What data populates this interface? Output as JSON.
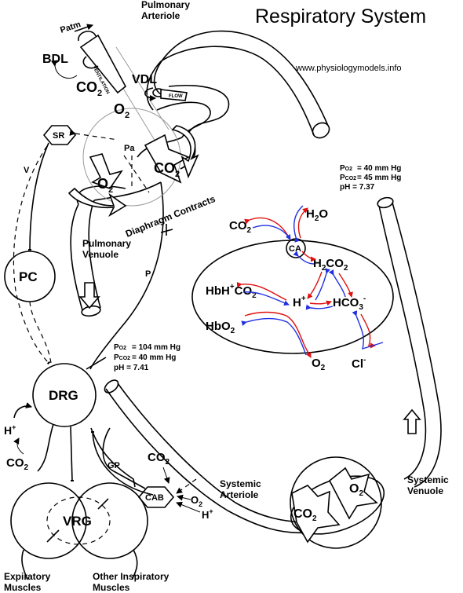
{
  "title": "Respiratory System",
  "url": "www.physiologymodels.info",
  "labels": {
    "pulmonary_arteriole_1": "Pulmonary",
    "pulmonary_arteriole_2": "Arteriole",
    "patm": "Patm",
    "bdl": "BDL",
    "vdl": "VDL",
    "ventilation": "VENTILATION",
    "flow": "FLOW",
    "co2_alv": "CO",
    "o2_alv": "O",
    "sr": "SR",
    "pa": "Pa",
    "v": "V",
    "co2_lung": "CO",
    "o2_lung": "O",
    "diaphragm": "Diaphragm Contracts",
    "pulmonary_venuole_1": "Pulmonary",
    "pulmonary_venuole_2": "Venuole",
    "pc": "PC",
    "p": "P",
    "drg": "DRG",
    "hplus_drg": "H",
    "co2_drg": "CO",
    "vrg": "VRG",
    "gp": "GP",
    "cab": "CAB",
    "co2_cab": "CO",
    "o2_cab": "O",
    "hplus_cab": "H",
    "systemic_arteriole_1": "Systemic",
    "systemic_arteriole_2": "Arteriole",
    "systemic_venuole_1": "Systemic",
    "systemic_venuole_2": "Venuole",
    "co2_tissue": "CO",
    "o2_tissue": "O",
    "expiratory_1": "Expiratory",
    "expiratory_2": "Muscles",
    "other_insp_1": "Other Inspiratory",
    "other_insp_2": "Muscles",
    "sub2": "2",
    "sup_plus": "+",
    "sup_minus": "-"
  },
  "venous_values": {
    "po2": "= 40 mm Hg",
    "pco2": "= 45 mm Hg",
    "ph": "pH   = 7.37"
  },
  "arterial_values": {
    "po2": "= 104 mm Hg",
    "pco2": "= 40 mm Hg",
    "ph": "pH   = 7.41"
  },
  "rbc": {
    "co2": "CO",
    "h2o": "H",
    "h2o_o": "O",
    "ca": "CA",
    "h2co3": "H",
    "h2co3_co": "CO",
    "hbhco2": "HbH",
    "hbhco2_co": "CO",
    "hplus": "H",
    "hco3": "HCO",
    "hbo2": "HbO",
    "o2": "O",
    "cl": "Cl"
  },
  "colors": {
    "red_arrows": "#e01010",
    "blue_arrows": "#2030e0"
  }
}
